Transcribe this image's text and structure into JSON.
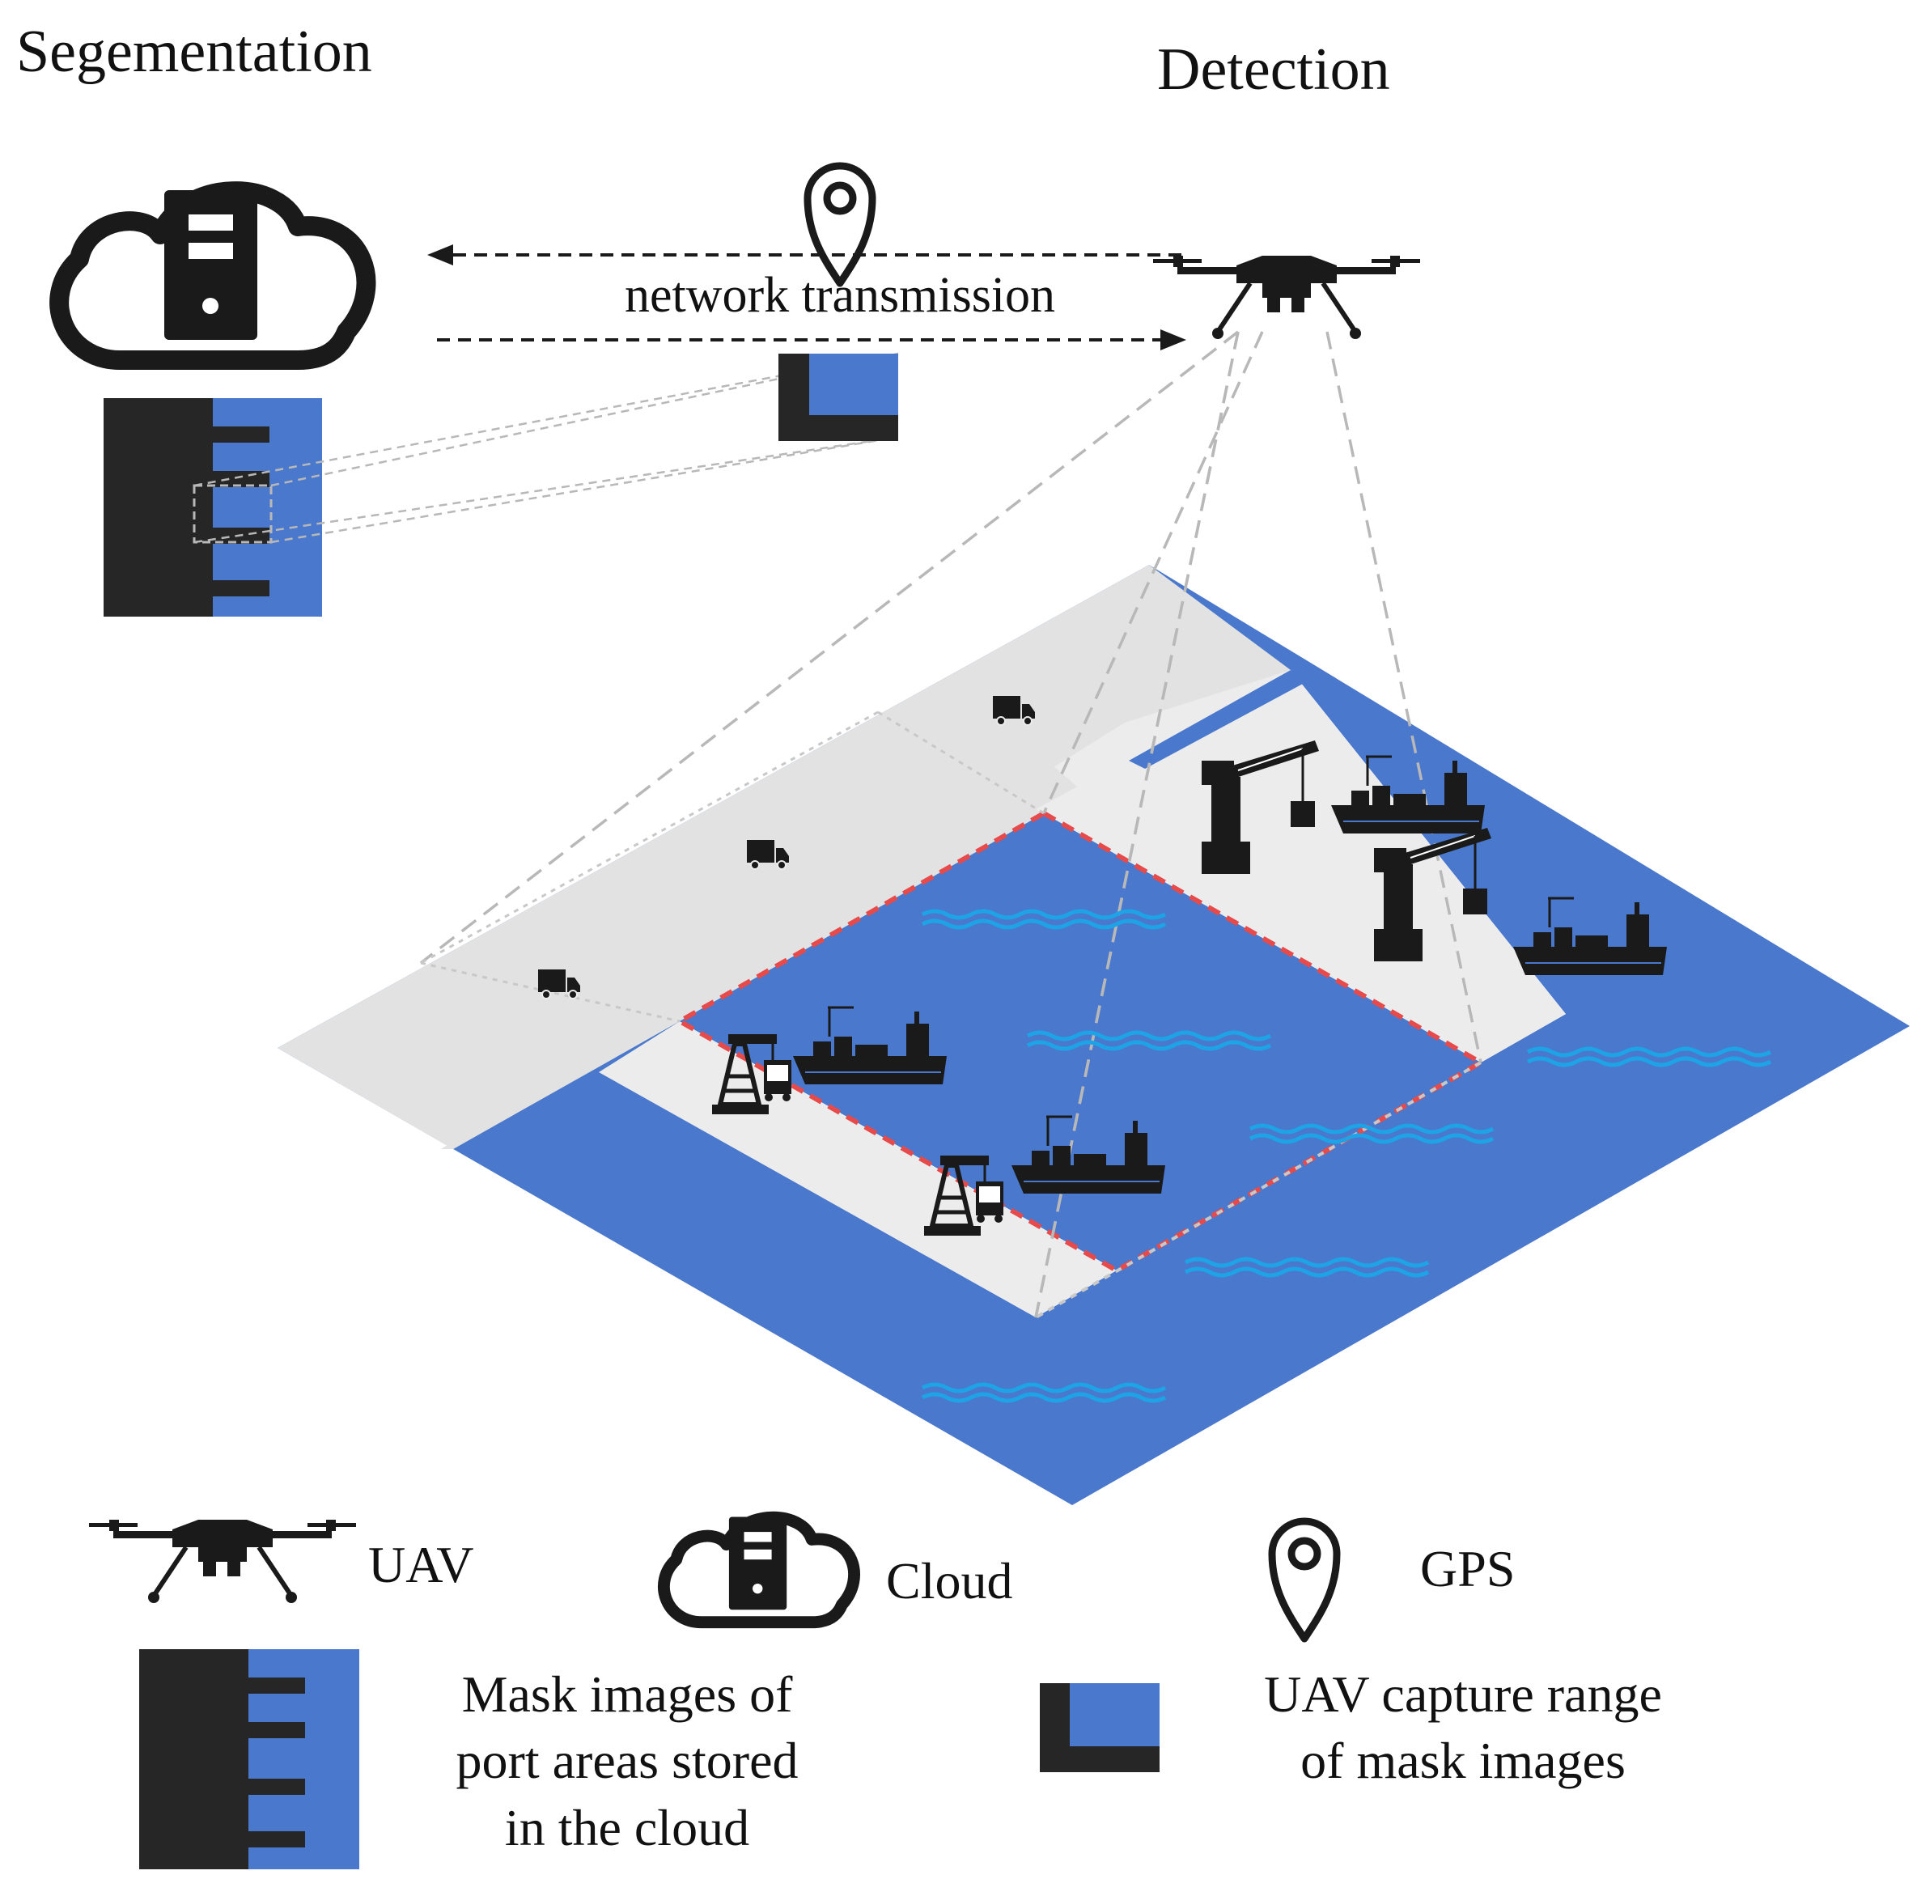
{
  "labels": {
    "segmentation_title": "Segementation",
    "detection_title": "Detection",
    "network_transmission": "network transmission"
  },
  "legend": {
    "uav": "UAV",
    "cloud": "Cloud",
    "gps": "GPS",
    "mask_lines": [
      "Mask images of",
      "port areas stored",
      "in the cloud"
    ],
    "range_lines": [
      "UAV capture range",
      "of mask images"
    ]
  },
  "colors": {
    "water_blue": "#4a78cc",
    "land_gray": "#e2e2e2",
    "land_light": "#ececec",
    "mask_dark": "#262626",
    "wave_cyan": "#1ea3e6",
    "capture_red": "#e64a4a",
    "guide_gray": "#b8b8b8"
  },
  "icons": [
    "uav-icon",
    "cloud-server-icon",
    "gps-pin-icon",
    "truck-icon",
    "crane-icon",
    "cargo-ship-icon"
  ]
}
